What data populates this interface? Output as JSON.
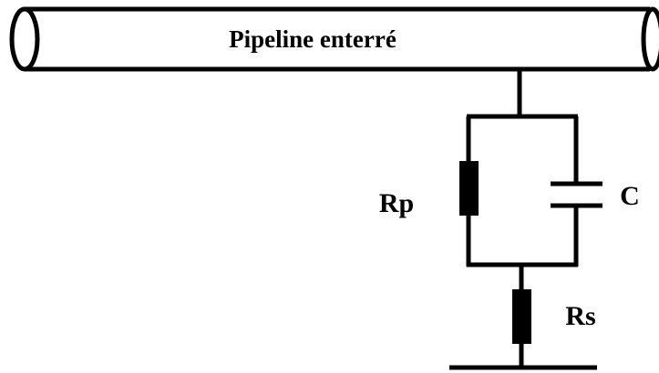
{
  "pipe": {
    "label": "Pipeline enterré"
  },
  "components": {
    "rp": "Rp",
    "c": "C",
    "rs": "Rs"
  },
  "colors": {
    "line": "#000000",
    "background": "#ffffff"
  }
}
